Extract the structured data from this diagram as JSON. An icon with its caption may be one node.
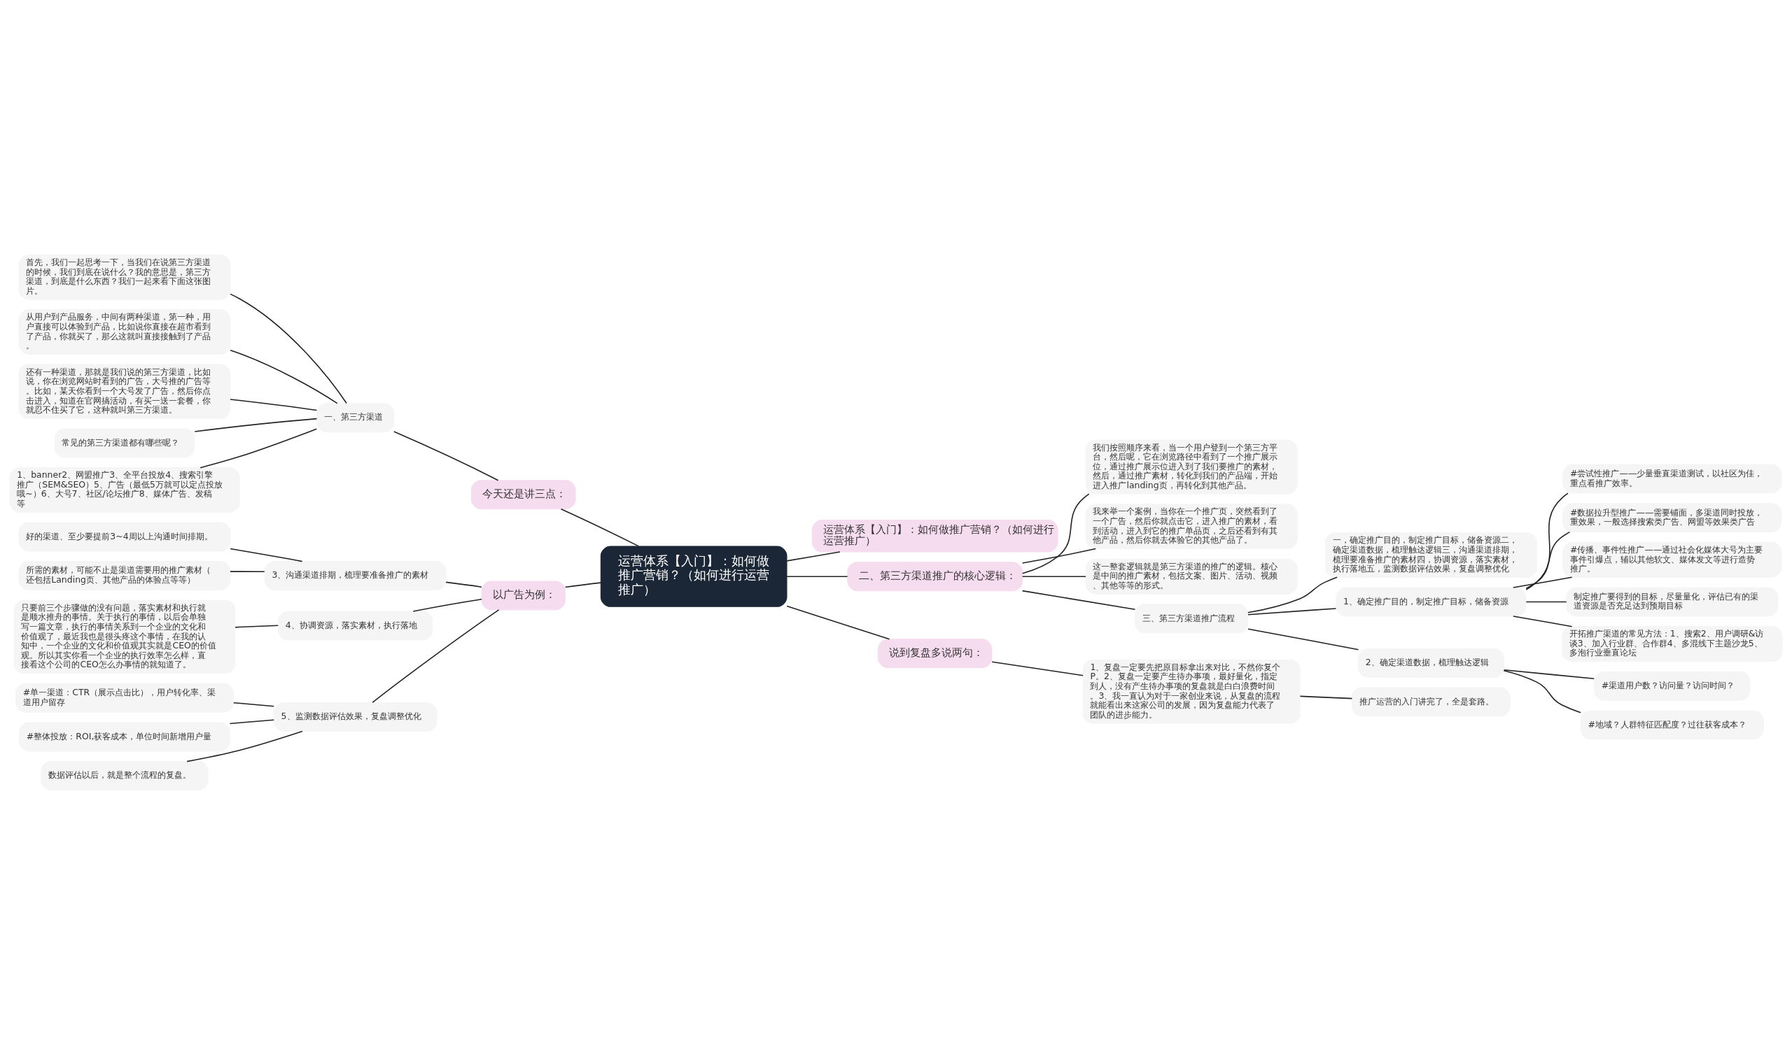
{
  "diagram": {
    "nodes": [
      {
        "text": [
          "运营体系【入门】：如何做推广营销？（如何进行运营推广）"
        ]
      },
      {
        "text": [
          "今天还是讲三点："
        ]
      },
      {
        "text": [
          "一、第三方渠道"
        ]
      },
      {
        "text": [
          "首先，我们一起思考一下，当我们在说第三方渠道的时候，我们到底在说什么？我的意思是，第三方渠道，到底是什么东西？我们一起来看下面这张图片。"
        ]
      },
      {
        "text": [
          "从用户到产品服务，中间有两种渠道，第一种，用户直接可以体验到产品，比如说你直接在超市看到了产品，你就买了，那么这就叫直接接触到了产品。"
        ]
      },
      {
        "text": [
          "还有一种渠道，那就是我们说的第三方渠道，比如说，你在浏览网站时看到的广告，大号推的广告等。比如，某天你看到一个大号发了广告，然后你点击进入，知道在官网搞活动，有买一送一套餐，你就忍不住买了它，这种就叫第三方渠道。"
        ]
      },
      {
        "text": [
          "常见的第三方渠道都有哪些呢？"
        ]
      },
      {
        "text": [
          "1、banner2、网盟推广3、全平台投放4、搜索引擎推广（SEM&SEO）5、广告（最低5万就可以定点投放哦~）6、大号7、社区/论坛推广8、媒体广告、发稿等"
        ]
      },
      {
        "text": [
          "以广告为例："
        ]
      },
      {
        "text": [
          "3、沟通渠道排期，梳理要准备推广的素材"
        ]
      },
      {
        "text": [
          "好的渠道、至少要提前3~4周以上沟通时间排期。"
        ]
      },
      {
        "text": [
          "所需的素材，可能不止是渠道需要用的推广素材（还包括Landing页、其他产品的体验点等等）"
        ]
      },
      {
        "text": [
          "4、协调资源，落实素材，执行落地"
        ]
      },
      {
        "text": [
          "只要前三个步骤做的没有问题，落实素材和执行就是顺水推舟的事情。关于执行的事情，以后会单独写一篇文章，执行的事情关系到一个企业的文化和价值观了，最近我也是很头疼这个事情，在我的认知中，一个企业的文化和价值观其实就是CEO的价值观。所以其实你看一个企业的执行效率怎么样，直接看这个公司的CEO怎么办事情的就知道了。"
        ]
      },
      {
        "text": [
          "5、监测数据评估效果，复盘调整优化"
        ]
      },
      {
        "text": [
          "#单一渠道：CTR（展示点击比），用户转化率、渠道用户留存"
        ]
      },
      {
        "text": [
          "#整体投放：ROI,获客成本，单位时间新增用户量"
        ]
      },
      {
        "text": [
          "数据评估以后，就是整个流程的复盘。"
        ]
      },
      {
        "text": [
          "运营体系【入门】：如何做推广营销？（如何进行运营推广）"
        ]
      },
      {
        "text": [
          "二、第三方渠道推广的核心逻辑："
        ]
      },
      {
        "text": [
          "我们按照顺序来看，当一个用户登到一个第三方平台，然后呢，它在浏览路径中看到了一个推广展示位，通过推广展示位进入到了我们要推广的素材，然后，通过推广素材，转化到我们的产品端，开始进入推广landing页，再转化到其他产品。"
        ]
      },
      {
        "text": [
          "我来举一个案例，当你在一个推广页，突然看到了一个广告，然后你就点击它，进入推广的素材，看到活动，进入到它的推广单品页，之后还看到有其他产品，然后你就去体验它的其他产品了。"
        ]
      },
      {
        "text": [
          "这一整套逻辑就是第三方渠道的推广的逻辑。核心是中间的推广素材，包括文案、图片、活动、视频、其他等等的形式。"
        ]
      },
      {
        "text": [
          "三、第三方渠道推广流程"
        ]
      },
      {
        "text": [
          "一，确定推广目的，制定推广目标，储备资源二，确定渠道数据，梳理触达逻辑三，沟通渠道排期，梳理要准备推广的素材四，协调资源，落实素材，执行落地五，监测数据评估效果，复盘调整优化"
        ]
      },
      {
        "text": [
          "1、确定推广目的，制定推广目标，储备资源"
        ]
      },
      {
        "text": [
          "#尝试性推广——少量垂直渠道测试，以社区为佳，重点看推广效率。"
        ]
      },
      {
        "text": [
          "#数据拉升型推广——需要铺面，多渠道同时投放，重效果，一般选择搜索类广告、网盟等效果类广告"
        ]
      },
      {
        "text": [
          "#传播、事件性推广——通过社会化媒体大号为主要事件引爆点，辅以其他软文、媒体发文等进行造势推广。"
        ]
      },
      {
        "text": [
          "制定推广要得到的目标，尽量量化，评估已有的渠道资源是否充足达到预期目标"
        ]
      },
      {
        "text": [
          "开拓推广渠道的常见方法：1、搜索2、用户调研&访谈3、加入行业群、合作群4、多混线下主题沙龙5、多泡行业垂直论坛"
        ]
      },
      {
        "text": [
          "2、确定渠道数据，梳理触达逻辑"
        ]
      },
      {
        "text": [
          "#渠道用户数？访问量？访问时间？"
        ]
      },
      {
        "text": [
          "#地域？人群特征匹配度？过往获客成本？"
        ]
      },
      {
        "text": [
          "说到复盘多说两句："
        ]
      },
      {
        "text": [
          "1、复盘一定要先把原目标拿出来对比，不然你复个P。2、复盘一定要产生待办事项，最好量化，指定到人，没有产生待办事项的复盘就是白白浪费时间。3、我一直认为对于一家创业来说，从复盘的流程就能看出来这家公司的发展，因为复盘能力代表了团队的进步能力。"
        ]
      },
      {
        "text": [
          "推广运营的入门讲完了，全是套路。"
        ]
      }
    ],
    "edges": [
      {
        "from": 0,
        "to": 1,
        "arrow": "none"
      },
      {
        "from": 1,
        "to": 2,
        "arrow": "none"
      },
      {
        "from": 2,
        "to": 3,
        "arrow": "none"
      },
      {
        "from": 2,
        "to": 4,
        "arrow": "none"
      },
      {
        "from": 2,
        "to": 5,
        "arrow": "none"
      },
      {
        "from": 2,
        "to": 6,
        "arrow": "none"
      },
      {
        "from": 2,
        "to": 7,
        "arrow": "none"
      },
      {
        "from": 0,
        "to": 8,
        "arrow": "none"
      },
      {
        "from": 8,
        "to": 9,
        "arrow": "none"
      },
      {
        "from": 9,
        "to": 10,
        "arrow": "none"
      },
      {
        "from": 9,
        "to": 11,
        "arrow": "none"
      },
      {
        "from": 8,
        "to": 12,
        "arrow": "none"
      },
      {
        "from": 12,
        "to": 13,
        "arrow": "none"
      },
      {
        "from": 8,
        "to": 14,
        "arrow": "none"
      },
      {
        "from": 14,
        "to": 15,
        "arrow": "none"
      },
      {
        "from": 14,
        "to": 16,
        "arrow": "none"
      },
      {
        "from": 14,
        "to": 17,
        "arrow": "none"
      },
      {
        "from": 0,
        "to": 18,
        "arrow": "none"
      },
      {
        "from": 0,
        "to": 19,
        "arrow": "none"
      },
      {
        "from": 19,
        "to": 20,
        "arrow": "none"
      },
      {
        "from": 19,
        "to": 21,
        "arrow": "none"
      },
      {
        "from": 19,
        "to": 22,
        "arrow": "none"
      },
      {
        "from": 19,
        "to": 23,
        "arrow": "none"
      },
      {
        "from": 23,
        "to": 24,
        "arrow": "none"
      },
      {
        "from": 23,
        "to": 25,
        "arrow": "none"
      },
      {
        "from": 25,
        "to": 26,
        "arrow": "none"
      },
      {
        "from": 25,
        "to": 27,
        "arrow": "none"
      },
      {
        "from": 25,
        "to": 28,
        "arrow": "none"
      },
      {
        "from": 25,
        "to": 29,
        "arrow": "none"
      },
      {
        "from": 25,
        "to": 30,
        "arrow": "none"
      },
      {
        "from": 23,
        "to": 31,
        "arrow": "none"
      },
      {
        "from": 31,
        "to": 32,
        "arrow": "none"
      },
      {
        "from": 31,
        "to": 33,
        "arrow": "none"
      },
      {
        "from": 0,
        "to": 34,
        "arrow": "none"
      },
      {
        "from": 34,
        "to": 35,
        "arrow": "none"
      },
      {
        "from": 35,
        "to": 36,
        "arrow": "none"
      }
    ]
  }
}
